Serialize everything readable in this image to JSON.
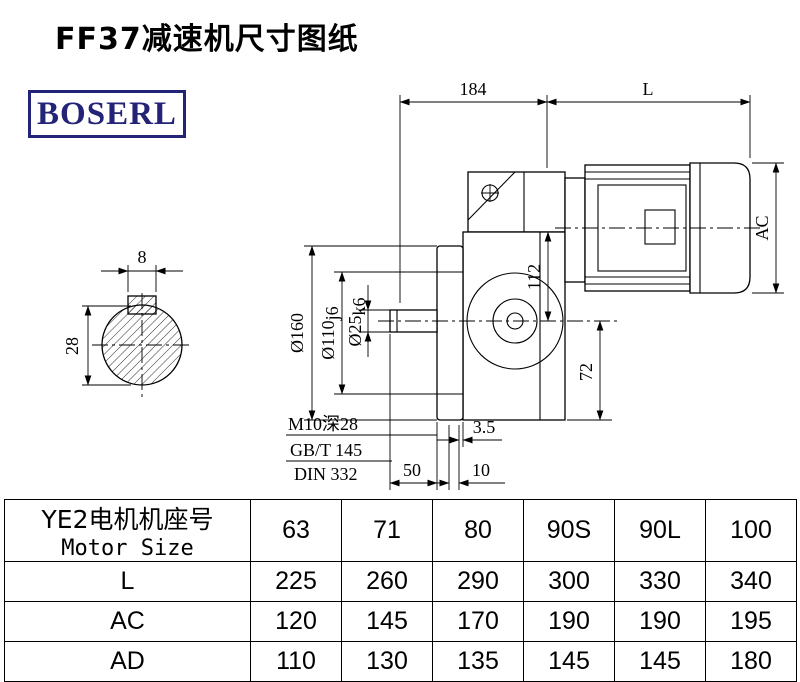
{
  "page": {
    "title": "FF37减速机尺寸图纸",
    "brand": "BOSERL"
  },
  "drawing": {
    "dim_184": "184",
    "dim_L": "L",
    "dim_AC": "AC",
    "dim_112": "112",
    "dim_72": "72",
    "dim_key_width": "8",
    "dim_shaft_28": "28",
    "dia_160": "Ø160",
    "dia_110_main": "Ø110",
    "dia_110_sub": "j6",
    "dia_25_main": "Ø25",
    "dia_25_sub": "k6",
    "note_thread": "M10深28",
    "note_std1": "GB/T 145",
    "note_std2": "DIN 332",
    "dim_3_5": "3.5",
    "dim_50": "50",
    "dim_10": "10"
  },
  "table": {
    "header_col_line1": "YE2电机机座号",
    "header_col_line2": "Motor Size",
    "sizes": [
      "63",
      "71",
      "80",
      "90S",
      "90L",
      "100"
    ],
    "rows": [
      {
        "label": "L",
        "values": [
          "225",
          "260",
          "290",
          "300",
          "330",
          "340"
        ]
      },
      {
        "label": "AC",
        "values": [
          "120",
          "145",
          "170",
          "190",
          "190",
          "195"
        ]
      },
      {
        "label": "AD",
        "values": [
          "110",
          "130",
          "135",
          "145",
          "145",
          "180"
        ]
      }
    ]
  }
}
